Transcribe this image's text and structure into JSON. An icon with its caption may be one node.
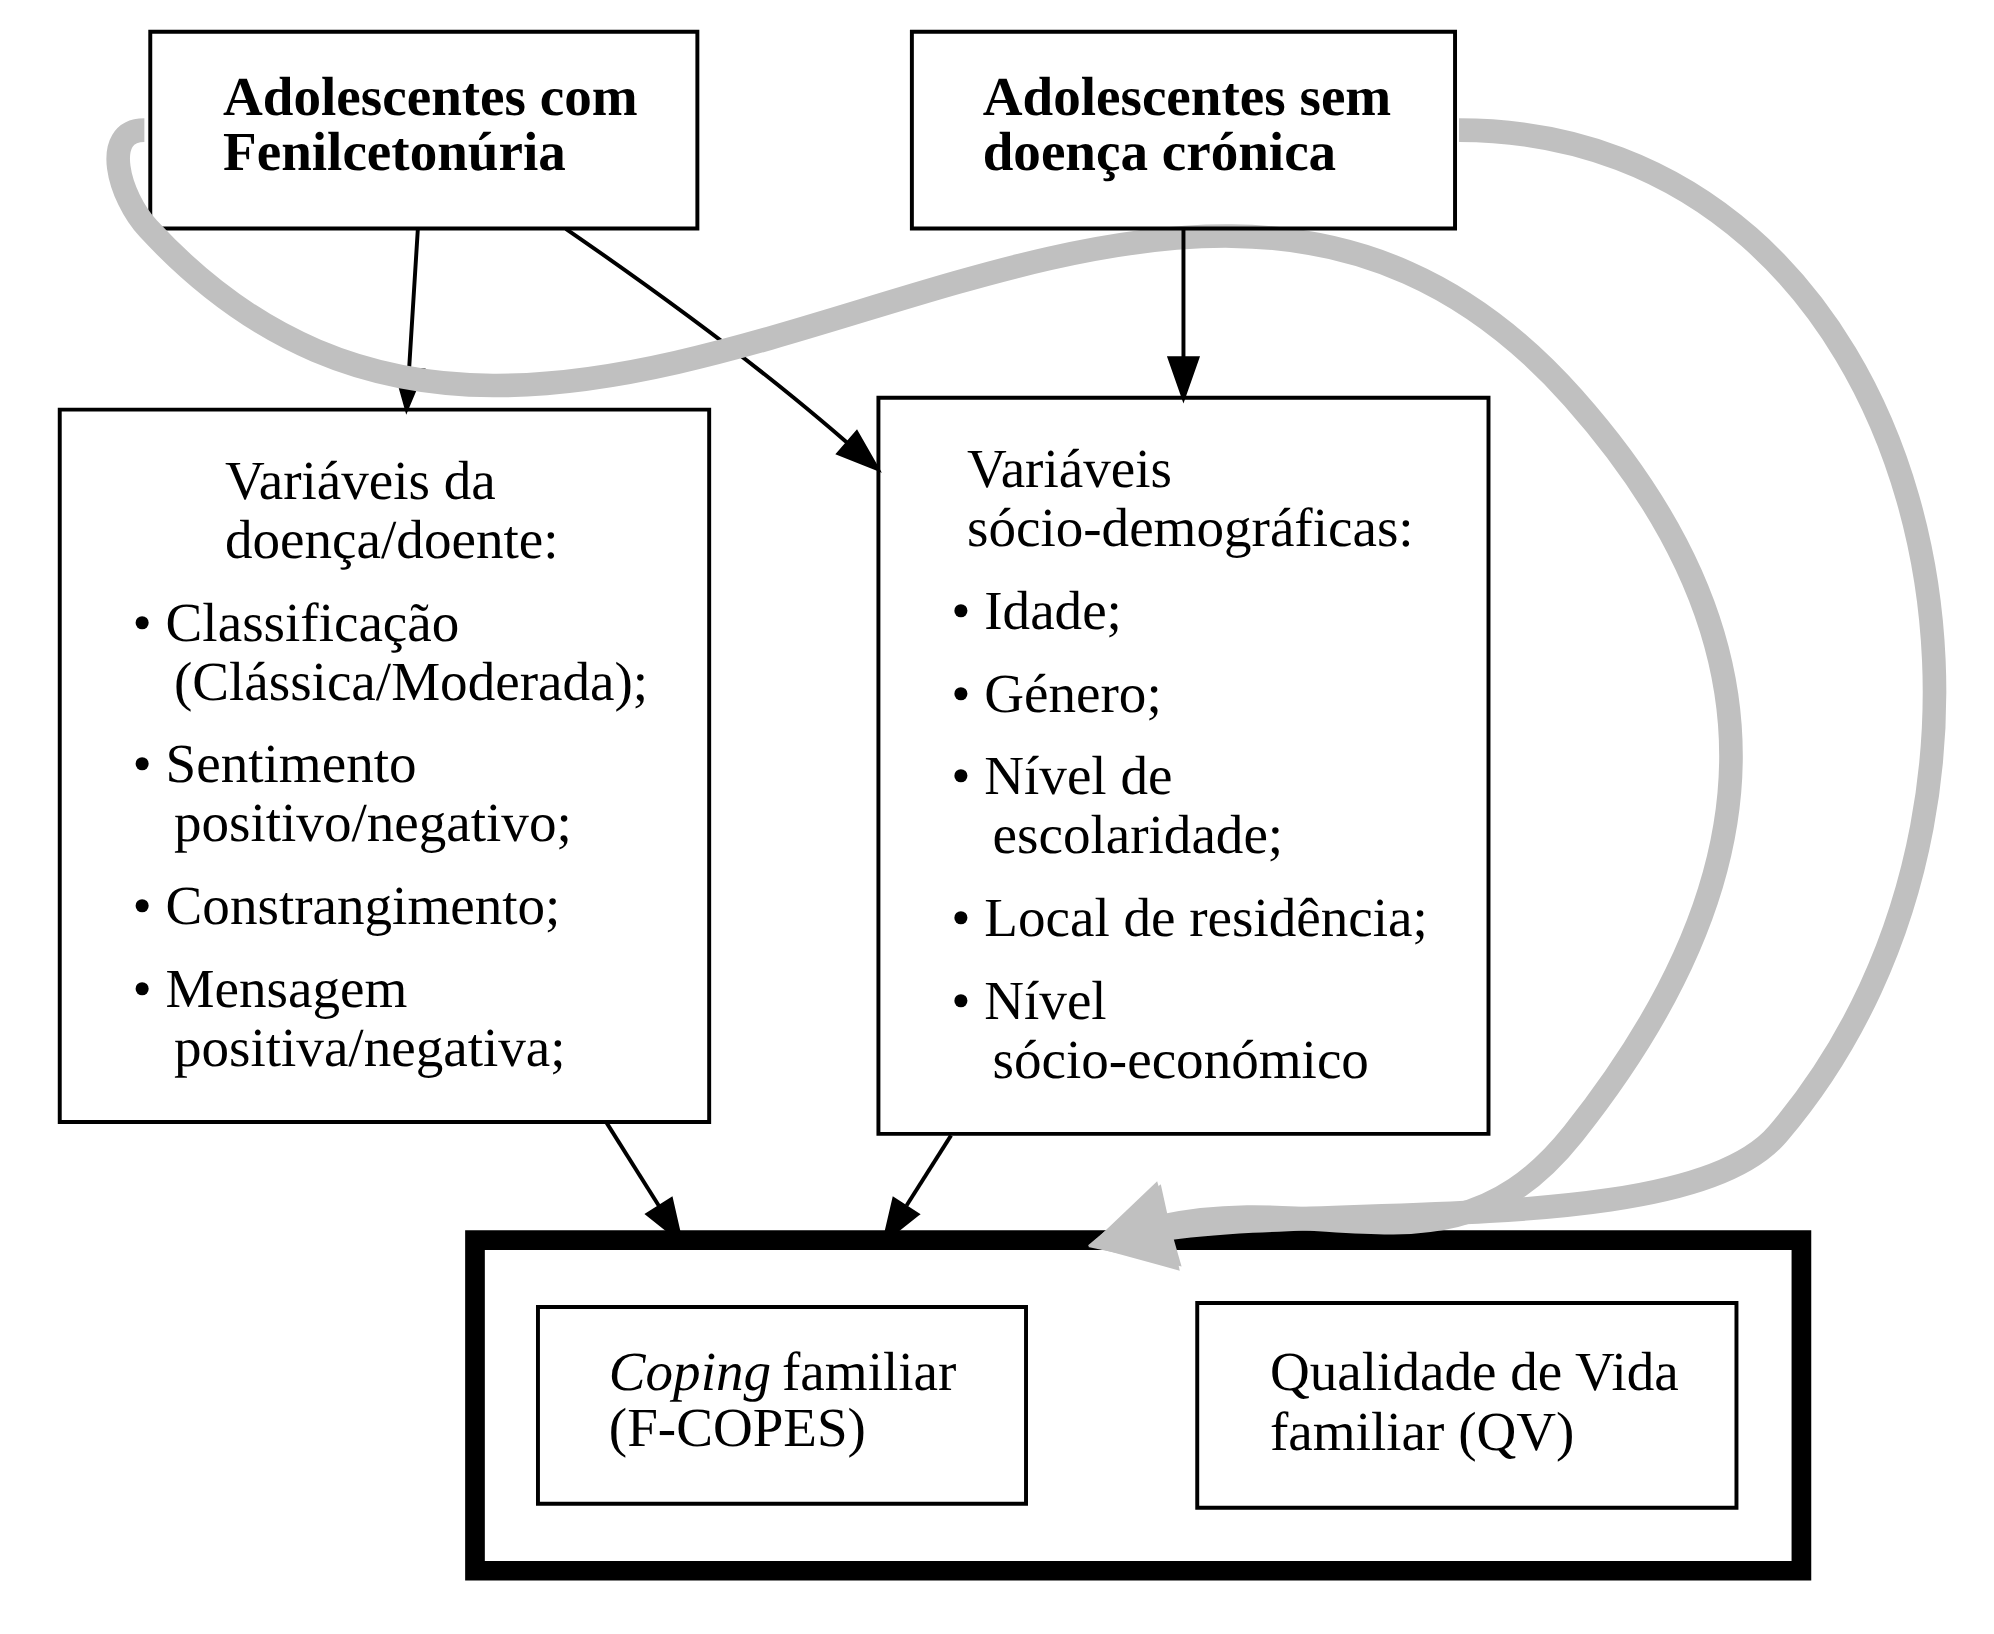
{
  "diagram": {
    "nodes": [
      {
        "text": [
          "Adolescentes com Fenilcetonúria"
        ]
      },
      {
        "text": [
          "Adolescentes sem doença crónica"
        ]
      },
      {
        "text": [
          "Variáveis da doença/doente:",
          "• Classificação (Clássica/Moderada);",
          "• Sentimento positivo/negativo;",
          "• Constrangimento;",
          "• Mensagem positiva/negativa;"
        ]
      },
      {
        "text": [
          "Variáveis sócio-demográficas:",
          "• Idade;",
          "• Género;",
          "• Nível de escolaridade;",
          "• Local de residência;",
          "• Nível sócio-económico"
        ]
      },
      {
        "text": [],
        "shape": "box"
      },
      {
        "text": [
          "*Coping* familiar (F-COPES)"
        ],
        "in": 4
      },
      {
        "text": [
          "Qualidade de Vida familiar (QV)"
        ],
        "in": 4
      }
    ],
    "edges": [
      {
        "from": 0,
        "to": 2,
        "arrow": "to"
      },
      {
        "from": 0,
        "to": 3,
        "arrow": "to"
      },
      {
        "from": 1,
        "to": 3,
        "arrow": "to"
      },
      {
        "from": 2,
        "to": 4,
        "arrow": "to"
      },
      {
        "from": 3,
        "to": 4,
        "arrow": "to"
      },
      {
        "from": 0,
        "to": 4,
        "arrow": "to",
        "style": "thick",
        "color": "#c0c0c0"
      },
      {
        "from": 1,
        "to": 4,
        "arrow": "to",
        "style": "thick",
        "color": "#c0c0c0"
      }
    ]
  }
}
